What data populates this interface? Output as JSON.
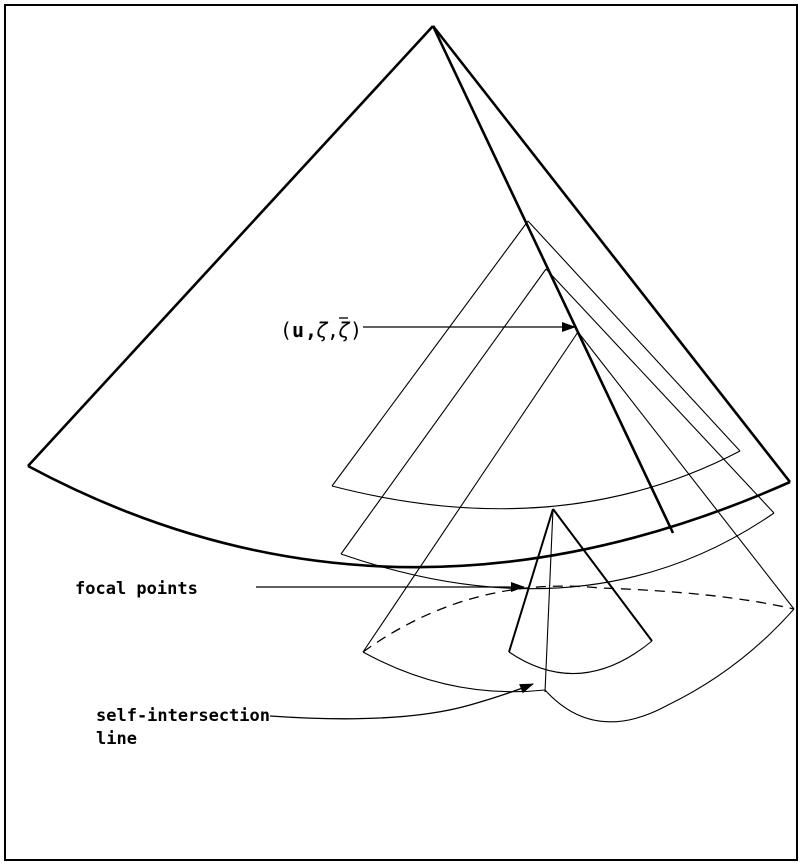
{
  "labels": {
    "point_open": "(",
    "point_u": "u",
    "point_comma1": ",",
    "point_zeta": "ζ",
    "point_comma2": ",",
    "point_zetabar": "ζ",
    "point_close": ")",
    "focal": "focal points",
    "self_line1": "self-intersection",
    "self_line2": "line"
  },
  "colors": {
    "stroke": "#000000",
    "background": "#ffffff"
  }
}
